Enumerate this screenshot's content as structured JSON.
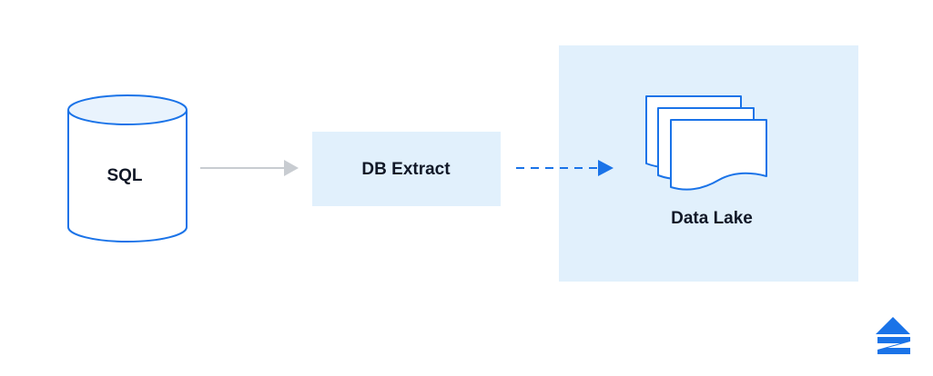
{
  "diagram": {
    "source": {
      "label": "SQL"
    },
    "process": {
      "label": "DB Extract"
    },
    "destination": {
      "label": "Data Lake"
    }
  },
  "colors": {
    "stroke_blue": "#1a73e8",
    "panel_fill": "#e1f0fc",
    "inner_fill": "#e9f3fd",
    "arrow_gray": "#c8ccd1",
    "text": "#111827",
    "logo_blue": "#1a73e8"
  },
  "icons": {
    "source": "database-cylinder-icon",
    "destination": "document-stack-icon",
    "logo": "zillow-logo-icon"
  }
}
